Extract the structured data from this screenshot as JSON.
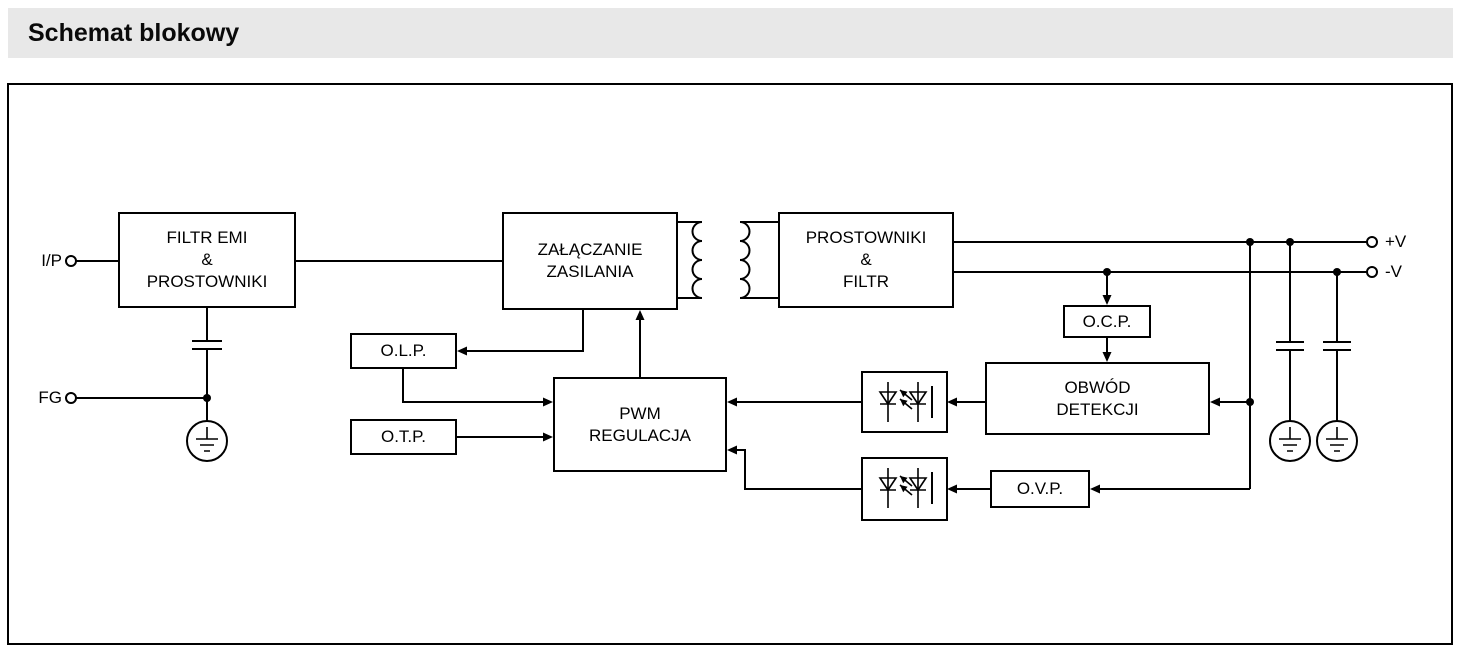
{
  "page": {
    "title": "Schemat blokowy"
  },
  "diagram": {
    "terminals": {
      "input": "I/P",
      "frame_ground": "FG",
      "v_plus": "+V",
      "v_minus": "-V"
    },
    "blocks": {
      "emi_filter": {
        "line1": "FILTR EMI",
        "line2": "&",
        "line3": "PROSTOWNIKI"
      },
      "power_switching": {
        "line1": "ZAŁĄCZANIE",
        "line2": "ZASILANIA"
      },
      "output_rectifier": {
        "line1": "PROSTOWNIKI",
        "line2": "&",
        "line3": "FILTR"
      },
      "ocp": {
        "label": "O.C.P."
      },
      "detection_circuit": {
        "line1": "OBWÓD",
        "line2": "DETEKCJI"
      },
      "olp": {
        "label": "O.L.P."
      },
      "otp": {
        "label": "O.T.P."
      },
      "pwm_control": {
        "line1": "PWM",
        "line2": "REGULACJA"
      },
      "ovp": {
        "label": "O.V.P."
      }
    },
    "symbols": [
      "transformer-icon",
      "optocoupler-icon",
      "capacitor-icon",
      "earth-ground-icon",
      "junction-dot",
      "terminal-circle"
    ],
    "colors": {
      "line": "#000000",
      "header_bg": "#e8e8e8",
      "page_bg": "#ffffff"
    }
  }
}
